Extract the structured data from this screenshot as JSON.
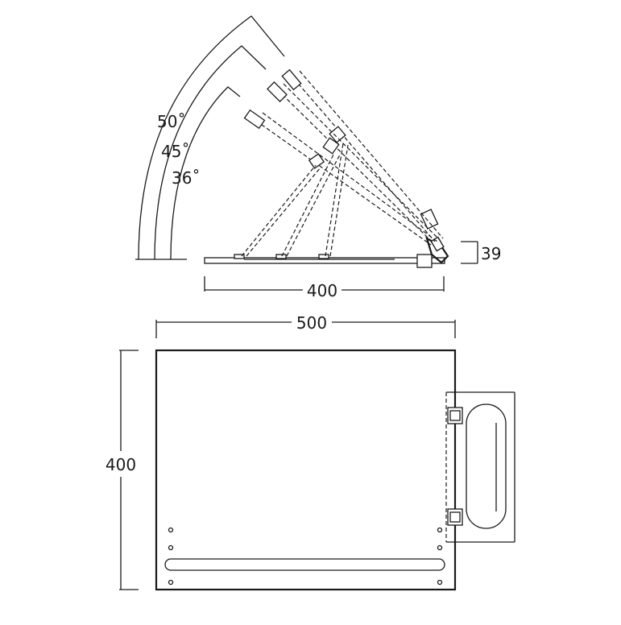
{
  "diagram": {
    "side_view": {
      "angles": [
        "50˚",
        "45˚",
        "36˚"
      ],
      "height_dim": "39",
      "width_dim": "400"
    },
    "top_view": {
      "width_dim": "500",
      "height_dim": "400"
    }
  }
}
